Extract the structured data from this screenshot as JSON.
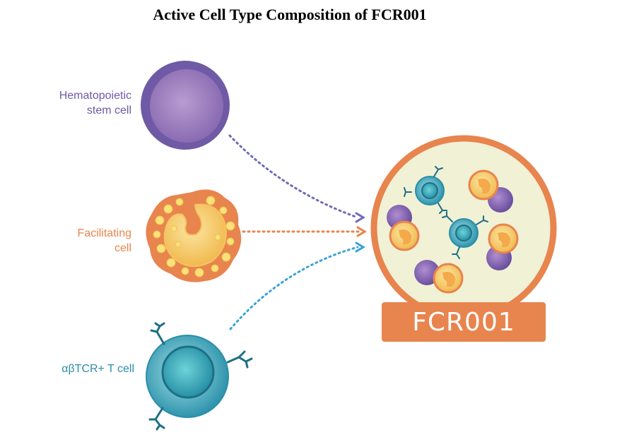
{
  "title": "Active Cell Type Composition of FCR001",
  "cells": {
    "hematopoietic": {
      "line1": "Hematopoietic",
      "line2": "stem cell"
    },
    "facilitating": {
      "line1": "Facilitating",
      "line2": "cell"
    },
    "tcell": {
      "label": "αβTCR+ T cell"
    }
  },
  "product": {
    "label": "FCR001"
  },
  "colors": {
    "purple": "#6f5aa6",
    "purple_light": "#a78ac4",
    "orange": "#e8844e",
    "yellow": "#f7d879",
    "teal": "#2b8fa8",
    "teal_light": "#7ecfd6",
    "circle_fill": "#f1f1d6",
    "blue_arrow": "#3aa3d8",
    "purple_arrow": "#6f6bb5"
  }
}
